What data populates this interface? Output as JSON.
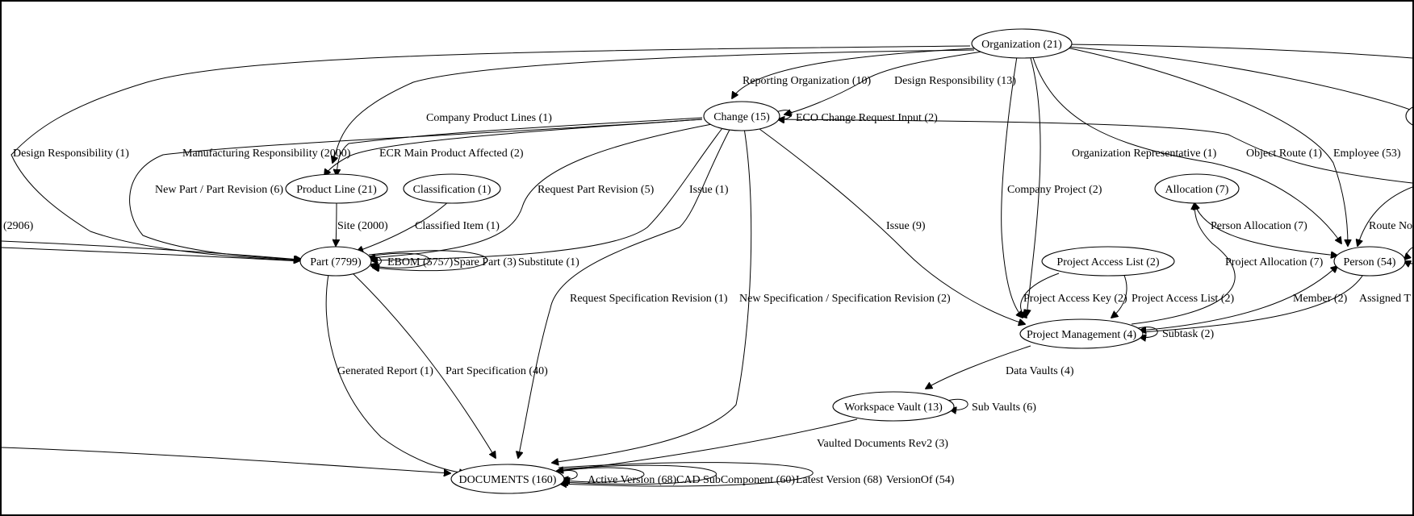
{
  "nodes": {
    "organization": "Organization (21)",
    "change": "Change (15)",
    "product_line": "Product Line (21)",
    "classification": "Classification (1)",
    "part": "Part (7799)",
    "allocation": "Allocation (7)",
    "project_access_list": "Project Access List (2)",
    "person": "Person (54)",
    "project_management": "Project Management (4)",
    "workspace_vault": "Workspace Vault (13)",
    "documents": "DOCUMENTS (160)"
  },
  "edges": {
    "reporting_organization": "Reporting Organization (10)",
    "design_responsibility_13": "Design Responsibility (13)",
    "eco_change_request_input": "ECO Change Request Input (2)",
    "company_product_lines": "Company Product Lines (1)",
    "design_responsibility_1": "Design Responsibility (1)",
    "manufacturing_responsibility": "Manufacturing Responsibility (2000)",
    "ecr_main_product_affected": "ECR Main Product Affected (2)",
    "organization_representative": "Organization Representative (1)",
    "object_route": "Object Route (1)",
    "employee": "Employee (53)",
    "new_part_revision": "New Part / Part Revision (6)",
    "request_part_revision": "Request Part Revision (5)",
    "issue_1": "Issue (1)",
    "company_project": "Company Project (2)",
    "left_2906": "(2906)",
    "site": "Site (2000)",
    "classified_item": "Classified Item (1)",
    "issue_9": "Issue (9)",
    "person_allocation": "Person Allocation (7)",
    "route_node": "Route No",
    "ebom": "EBOM (5757)",
    "spare_part": "Spare Part (3)",
    "substitute": "Substitute (1)",
    "project_allocation": "Project Allocation (7)",
    "request_specification_revision": "Request Specification Revision (1)",
    "new_specification_revision": "New Specification / Specification Revision (2)",
    "project_access_key": "Project Access Key (2)",
    "project_access_list_edge": "Project Access List (2)",
    "member": "Member (2)",
    "assigned": "Assigned T",
    "subtask": "Subtask (2)",
    "generated_report": "Generated Report (1)",
    "part_specification": "Part Specification (40)",
    "data_vaults": "Data Vaults (4)",
    "sub_vaults": "Sub Vaults (6)",
    "vaulted_documents_rev2": "Vaulted Documents Rev2 (3)",
    "active_version": "Active Version (68)",
    "cad_subcomponent": "CAD SubComponent (60)",
    "latest_version": "Latest Version (68)",
    "version_of": "VersionOf (54)"
  }
}
